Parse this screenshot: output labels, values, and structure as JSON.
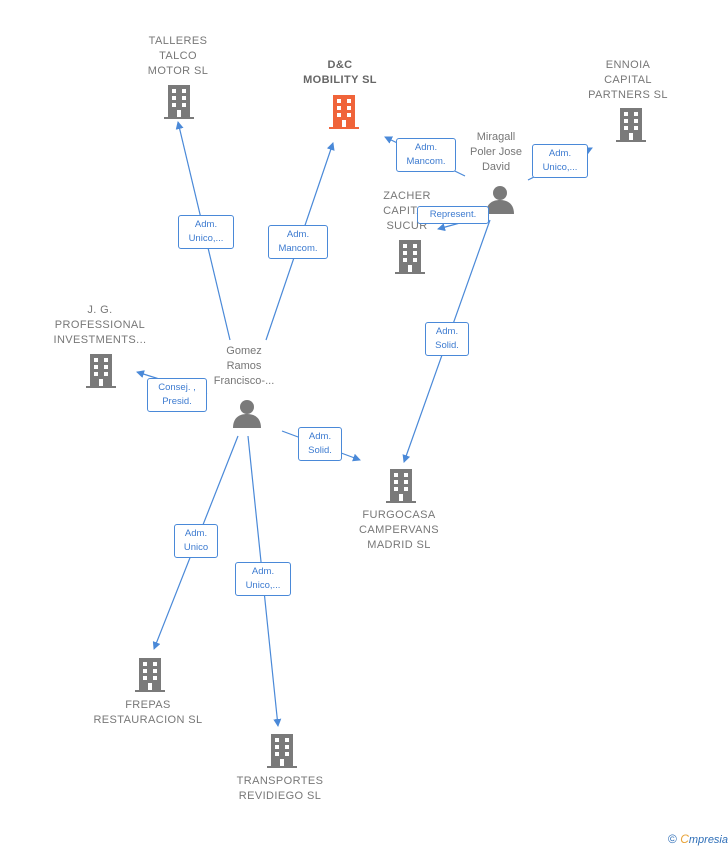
{
  "colors": {
    "edge": "#4a89d8",
    "node": "#7a7a7a",
    "highlight": "#f0643a"
  },
  "nodes": {
    "talleres_talco": {
      "label": "TALLERES\nTALCO\nMOTOR  SL",
      "icon": "building-icon"
    },
    "dc_mobility": {
      "label": "D&C\nMOBILITY  SL",
      "icon": "building-icon-highlight"
    },
    "ennoia": {
      "label": "ENNOIA\nCAPITAL\nPARTNERS  SL",
      "icon": "building-icon"
    },
    "miragall": {
      "label": "Miragall\nPoler Jose\nDavid",
      "icon": "person-icon"
    },
    "zacher": {
      "label": "ZACHER\nCAPITAL\nSUCUR",
      "icon": "building-icon"
    },
    "jg_professional": {
      "label": "J. G.\nPROFESSIONAL\nINVESTMENTS...",
      "icon": "building-icon"
    },
    "gomez_ramos": {
      "label": "Gomez\nRamos\nFrancisco-...",
      "icon": "person-icon"
    },
    "furgocasa": {
      "label": "FURGOCASA\nCAMPERVANS\nMADRID  SL",
      "icon": "building-icon"
    },
    "frepas": {
      "label": "FREPAS\nRESTAURACION SL",
      "icon": "building-icon"
    },
    "transportes": {
      "label": "TRANSPORTES\nREVIDIEGO SL",
      "icon": "building-icon"
    }
  },
  "edges": {
    "e1": "Adm.\nUnico,...",
    "e2": "Adm.\nMancom.",
    "e3": "Adm.\nMancom.",
    "e4": "Adm.\nUnico,...",
    "e5": "Represent.",
    "e6": "Adm.\nSolid.",
    "e7": "Consej. ,\nPresid.",
    "e8": "Adm.\nSolid.",
    "e9": "Adm.\nUnico",
    "e10": "Adm.\nUnico,..."
  },
  "footer": {
    "copyright": "©",
    "brand_initial": "C",
    "brand_rest": "mpresia"
  }
}
